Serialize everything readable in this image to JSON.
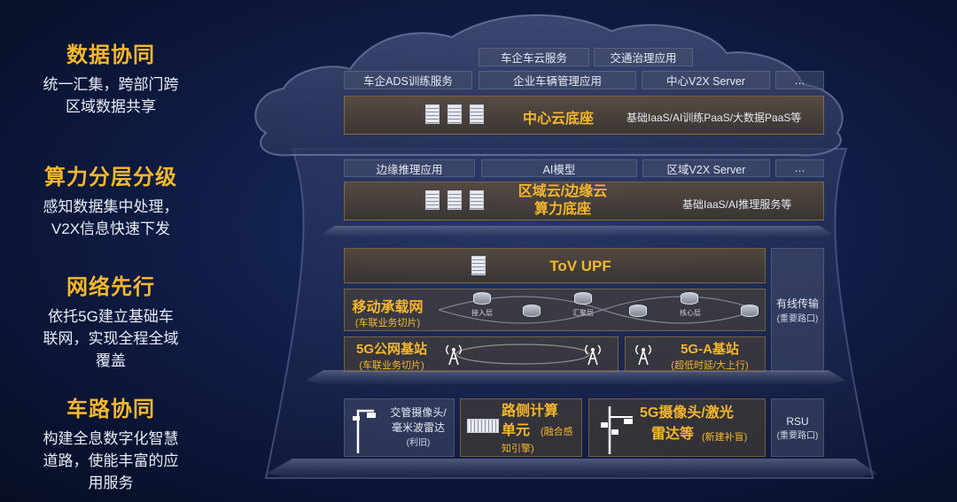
{
  "left": {
    "blocks": [
      {
        "title": "数据协同",
        "lines": [
          "统一汇集，跨部门跨",
          "区域数据共享"
        ]
      },
      {
        "title": "算力分层分级",
        "lines": [
          "感知数据集中处理，",
          "V2X信息快速下发"
        ]
      },
      {
        "title": "网络先行",
        "lines": [
          "依托5G建立基础车",
          "联网，实现全程全域",
          "覆盖"
        ]
      },
      {
        "title": "车路协同",
        "lines": [
          "构建全息数字化智慧",
          "道路，使能丰富的应",
          "用服务"
        ]
      }
    ]
  },
  "cloud": {
    "row1": [
      "车企车云服务",
      "交通治理应用"
    ],
    "row2": [
      "车企ADS训练服务",
      "企业车辆管理应用",
      "中心V2X Server",
      "…"
    ],
    "base_title": "中心云底座",
    "base_sub": "基础IaaS/AI训练PaaS/大数据PaaS等"
  },
  "edge": {
    "row": [
      "边缘推理应用",
      "AI模型",
      "区域V2X Server",
      "…"
    ],
    "base_title_1": "区域云/边缘云",
    "base_title_2": "算力底座",
    "base_sub": "基础IaaS/AI推理服务等"
  },
  "network": {
    "upf": "ToV UPF",
    "bearer_title": "移动承载网",
    "bearer_sub": "(车联业务切片)",
    "nodes": [
      "接入层",
      "汇聚层",
      "核心层"
    ],
    "bs5g_title": "5G公网基站",
    "bs5g_sub": "(车联业务切片)",
    "bs5ga_title": "5G-A基站",
    "bs5ga_sub": "(超低时延/大上行)",
    "wired_title": "有线传输",
    "wired_sub": "(重要路口)"
  },
  "road": {
    "cam_title_1": "交管摄像头/",
    "cam_title_2": "毫米波雷达",
    "cam_sub": "(利旧)",
    "rsc_title_1": "路侧计算",
    "rsc_title_2": "单元",
    "rsc_sub_1": "(融合感",
    "rsc_sub_2": "知引擎)",
    "radar_title_1": "5G摄像头/激光",
    "radar_title_2": "雷达等",
    "radar_sub": "(新建补盲)",
    "rsu_title": "RSU",
    "rsu_sub": "(重要路口)"
  },
  "colors": {
    "accent": "#f5b72c",
    "text": "#e6e9f2",
    "bg": "#0e1a40"
  }
}
